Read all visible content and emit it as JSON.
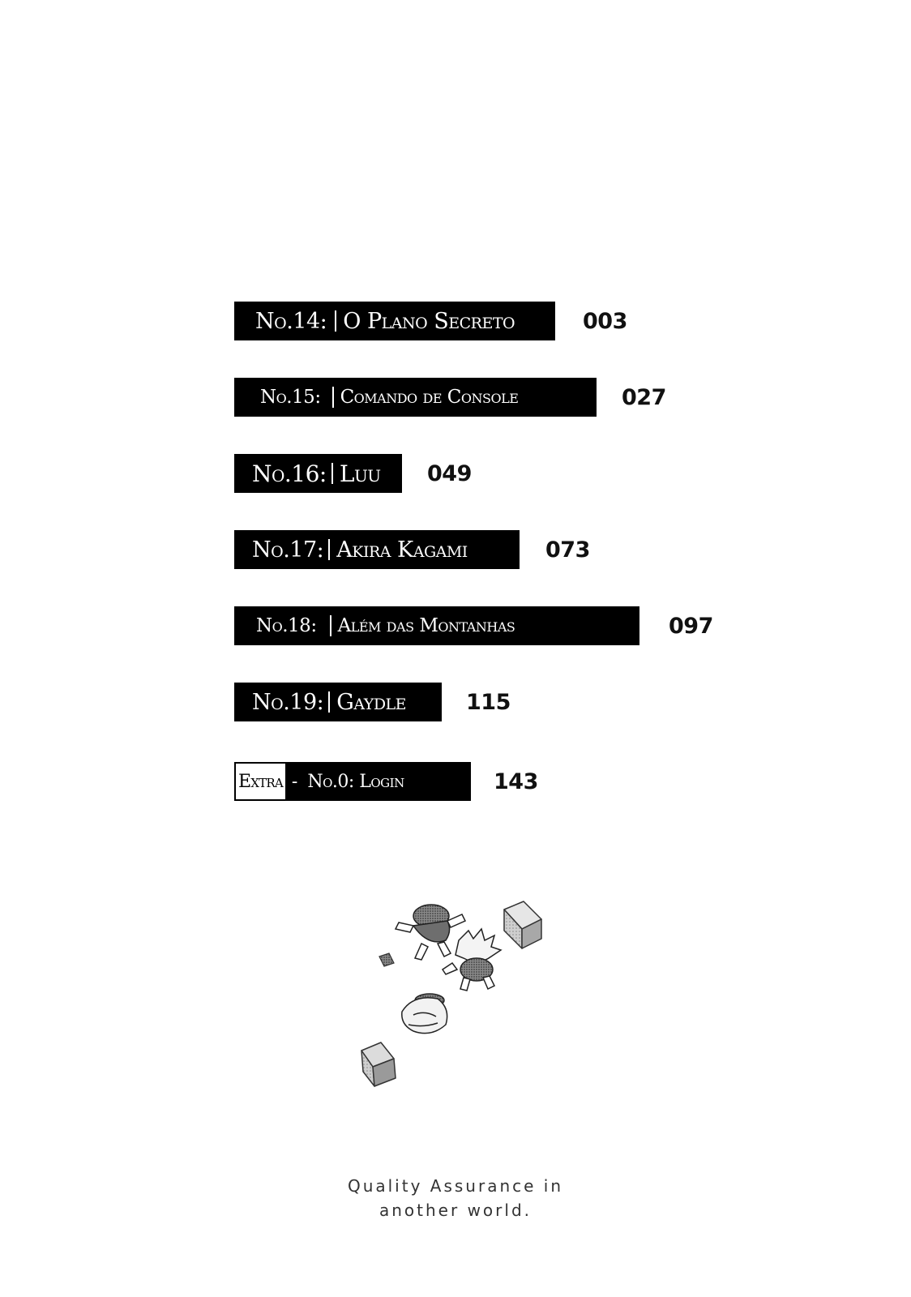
{
  "toc": {
    "entries": [
      {
        "number": "No.14:",
        "title": "O Plano Secreto",
        "page": "003"
      },
      {
        "number": "No.15:",
        "title": "Comando de Console",
        "page": "027"
      },
      {
        "number": "No.16:",
        "title": "Luu",
        "page": "049"
      },
      {
        "number": "No.17:",
        "title": "Akira Kagami",
        "page": "073"
      },
      {
        "number": "No.18:",
        "title": "Além das Montanhas",
        "page": "097"
      },
      {
        "number": "No.19:",
        "title": "Gaydle",
        "page": "115"
      }
    ],
    "extra": {
      "label": "Extra",
      "dash": "-",
      "title": "No.0: Login",
      "page": "143"
    }
  },
  "tagline": {
    "line1": "Quality Assurance in",
    "line2": "another world."
  },
  "colors": {
    "bar": "#000000",
    "bar_text": "#ffffff",
    "page_number": "#111111",
    "background": "#ffffff"
  }
}
